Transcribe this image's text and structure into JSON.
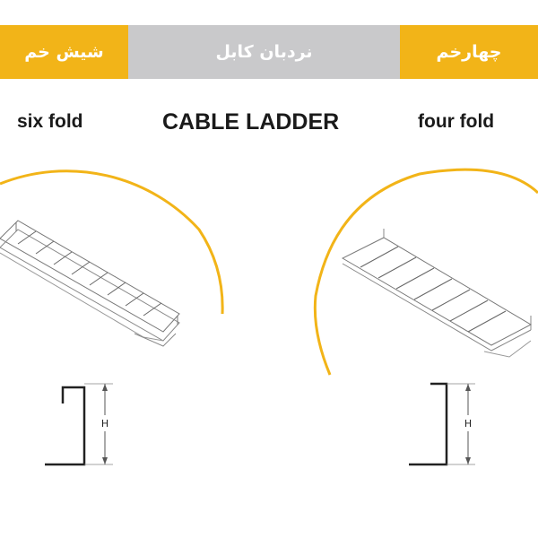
{
  "header": {
    "left_label": "شیش خم",
    "center_label": "نردبان کابل",
    "right_label": "چهارخم"
  },
  "labels": {
    "six_fold": "six fold",
    "title": "CABLE LADDER",
    "four_fold": "four fold"
  },
  "dimension_label": "H",
  "colors": {
    "accent": "#f2b418",
    "header_gray": "#c9c9cb",
    "text": "#1a1a1a"
  }
}
